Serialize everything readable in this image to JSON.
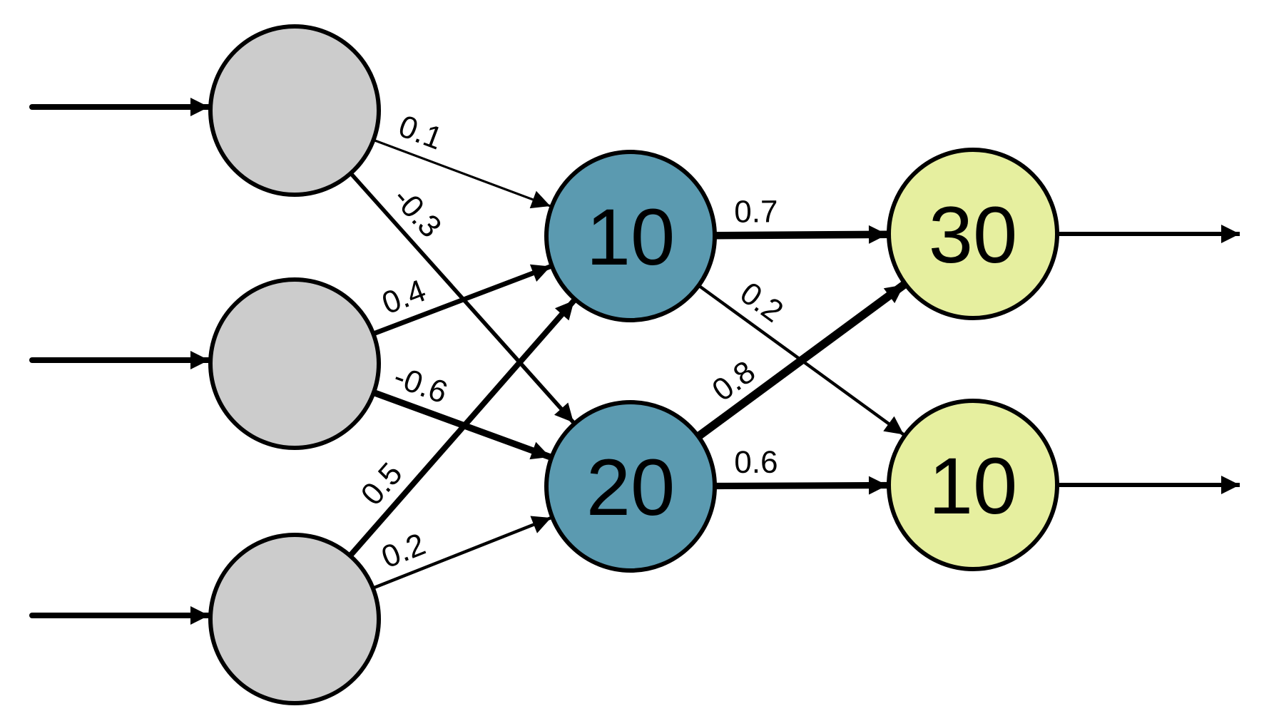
{
  "colors": {
    "input_fill": "#cccccc",
    "hidden_fill": "#5b9ab0",
    "output_fill": "#e6ef9f",
    "stroke": "#000000"
  },
  "nodes": [
    {
      "id": "in1",
      "layer": "input",
      "label": ""
    },
    {
      "id": "in2",
      "layer": "input",
      "label": ""
    },
    {
      "id": "in3",
      "layer": "input",
      "label": ""
    },
    {
      "id": "h1",
      "layer": "hidden",
      "label": "10"
    },
    {
      "id": "h2",
      "layer": "hidden",
      "label": "20"
    },
    {
      "id": "o1",
      "layer": "output",
      "label": "30"
    },
    {
      "id": "o2",
      "layer": "output",
      "label": "10"
    }
  ],
  "edges": [
    {
      "from": "in1",
      "to": "h1",
      "weight": "0.1"
    },
    {
      "from": "in1",
      "to": "h2",
      "weight": "-0.3"
    },
    {
      "from": "in2",
      "to": "h1",
      "weight": "0.4"
    },
    {
      "from": "in2",
      "to": "h2",
      "weight": "-0.6"
    },
    {
      "from": "in3",
      "to": "h1",
      "weight": "0.5"
    },
    {
      "from": "in3",
      "to": "h2",
      "weight": "0.2"
    },
    {
      "from": "h1",
      "to": "o1",
      "weight": "0.7"
    },
    {
      "from": "h1",
      "to": "o2",
      "weight": "0.2"
    },
    {
      "from": "h2",
      "to": "o1",
      "weight": "0.8"
    },
    {
      "from": "h2",
      "to": "o2",
      "weight": "0.6"
    }
  ]
}
